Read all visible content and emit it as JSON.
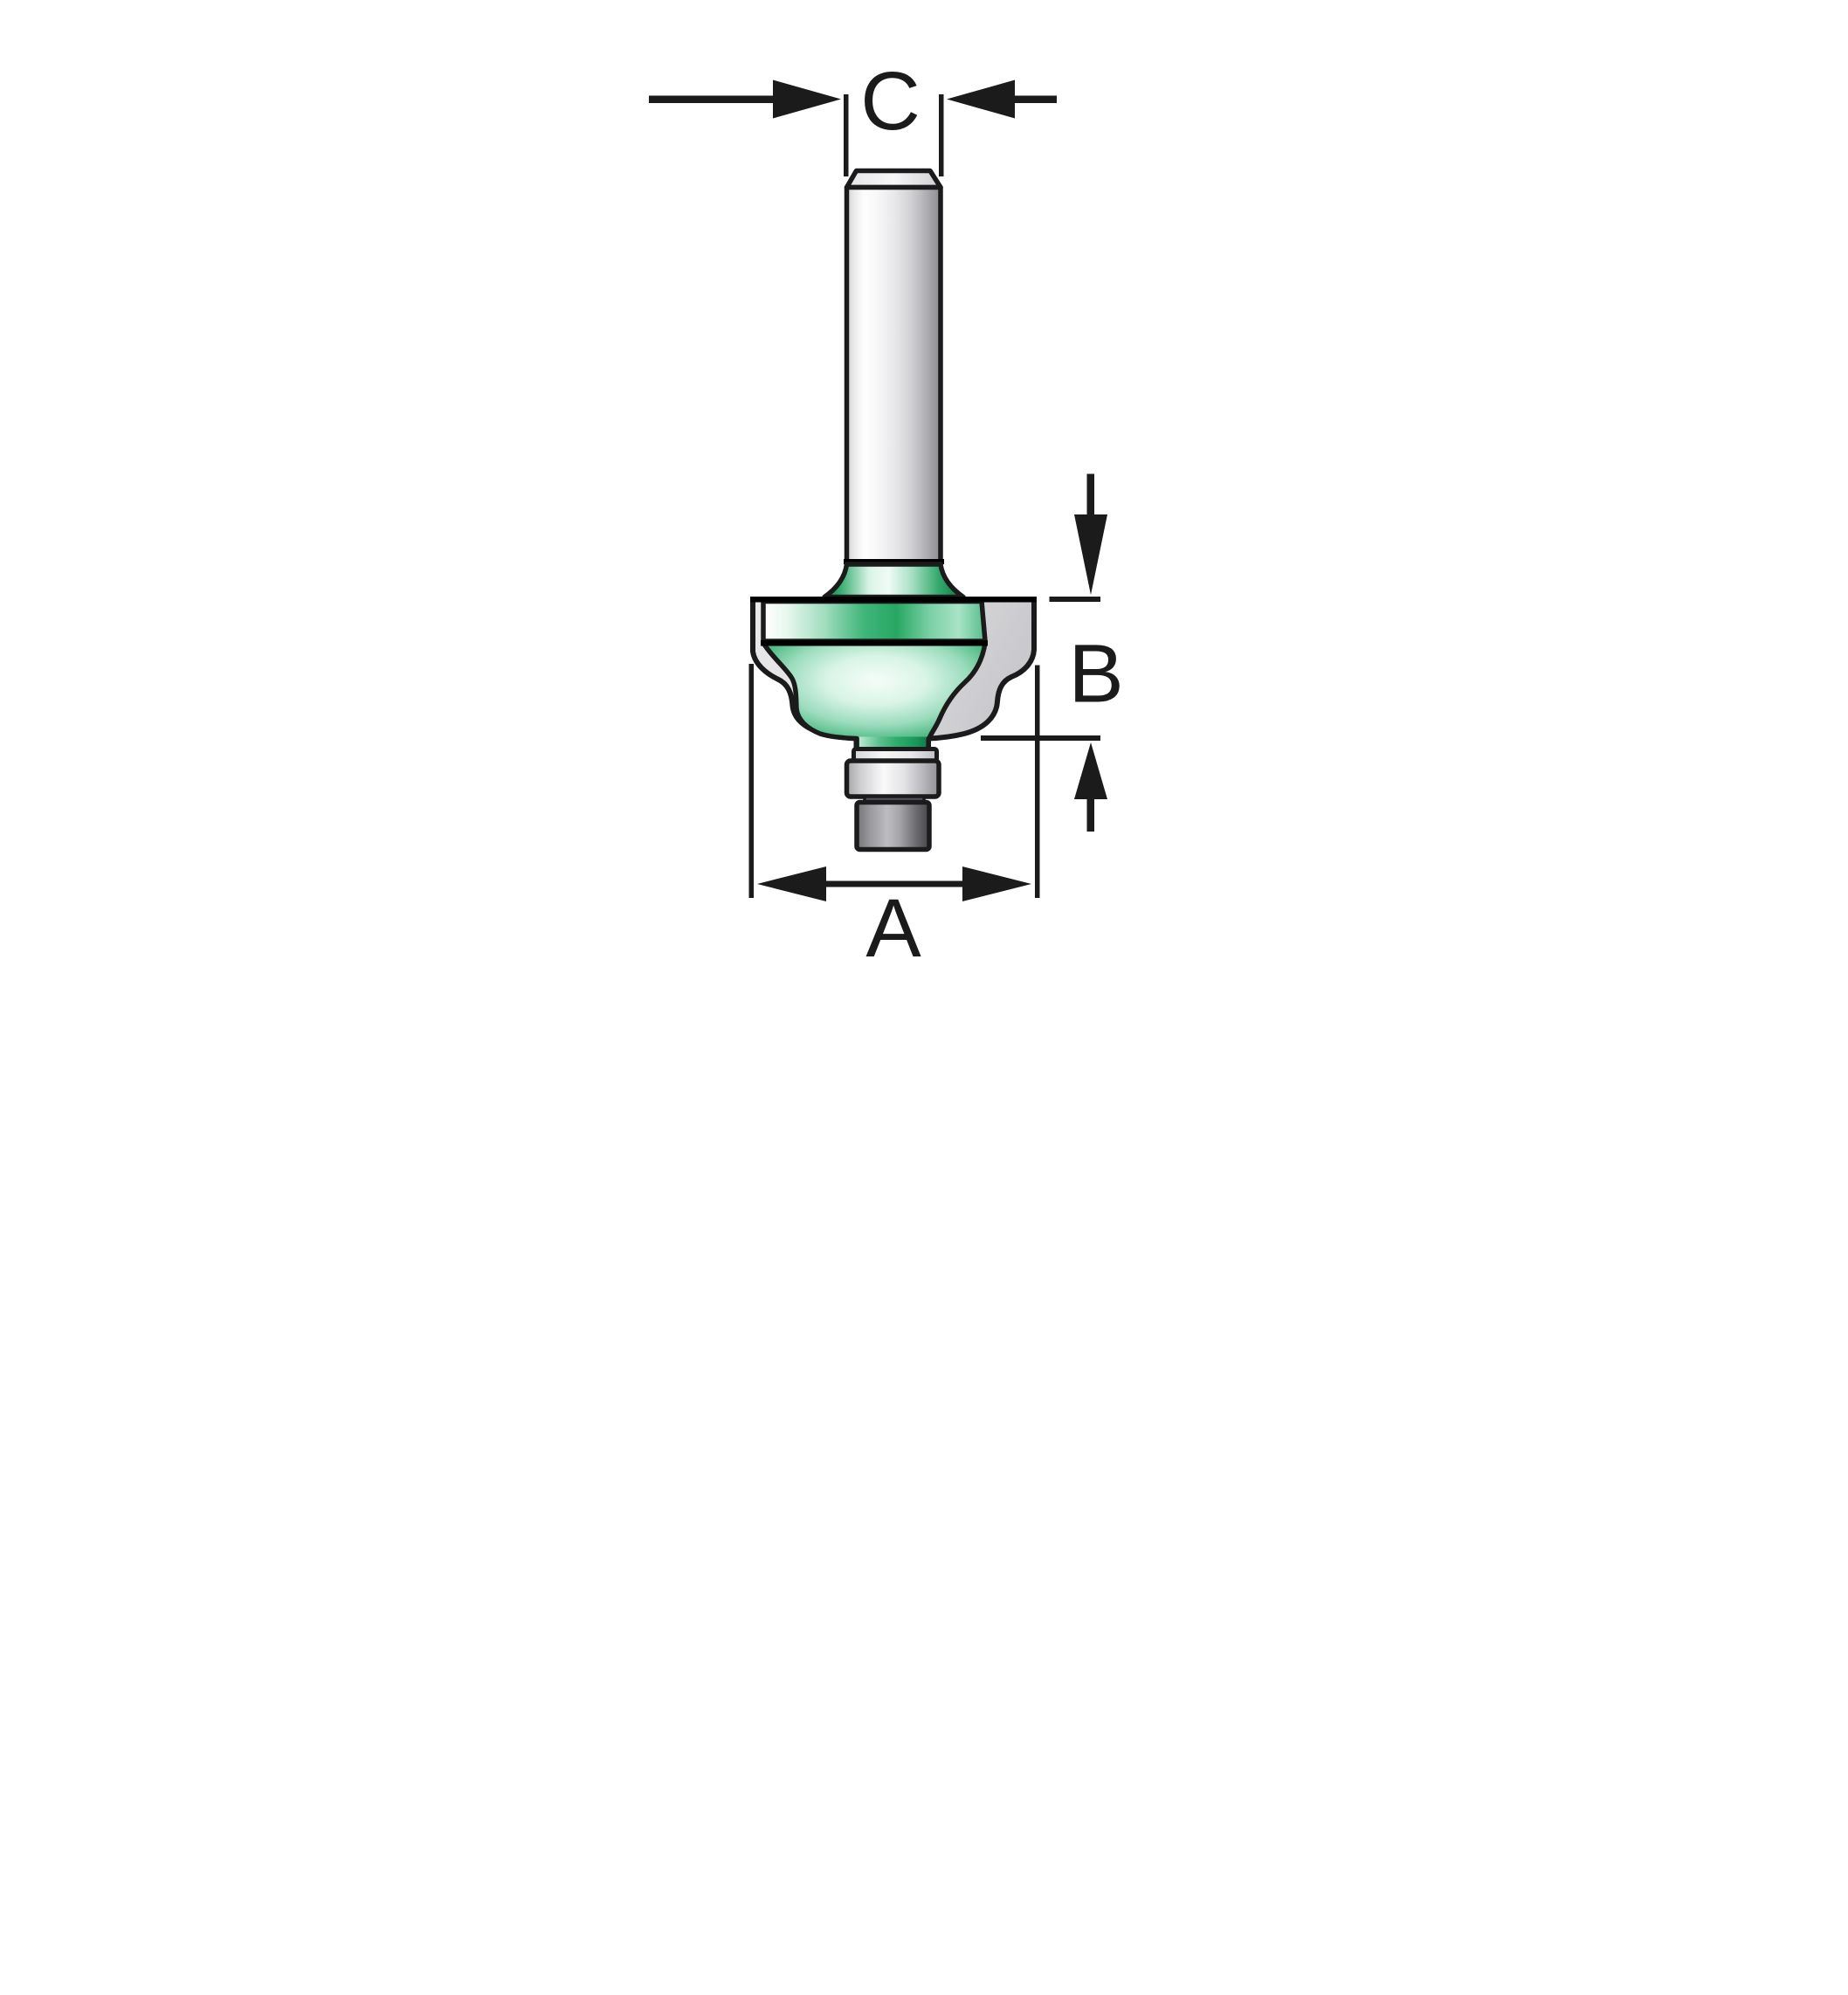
{
  "diagram": {
    "kind": "router-bit dimension diagram",
    "labels": {
      "overall_diameter": "A",
      "cutting_length": "B",
      "shank_diameter": "C"
    }
  },
  "colors": {
    "ink": "#1b1b1b",
    "background": "#ffffff",
    "green_dark": "#0d7c45",
    "green_mid": "#23a95f",
    "green_light": "#d9f3e6",
    "green_highlight": "#f2fcf7",
    "steel_light": "#fdfdfd",
    "steel_mid": "#c9c9cd",
    "steel_dark": "#8b8b90",
    "stud_dark": "#46464b"
  }
}
